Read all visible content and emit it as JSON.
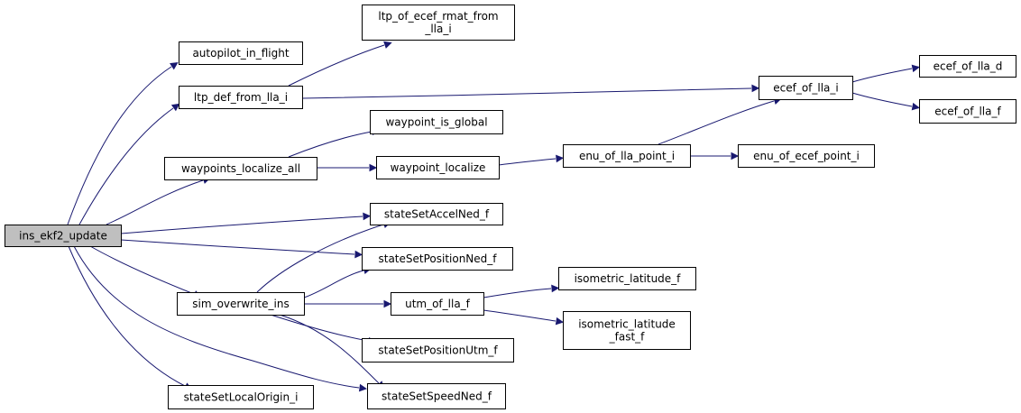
{
  "graph": {
    "edge_color": "#191970",
    "root_fill": "#bfbfbf",
    "nodes": [
      {
        "id": "ins_ekf2_update",
        "lines": [
          "ins_ekf2_update"
        ],
        "root": true
      },
      {
        "id": "autopilot_in_flight",
        "lines": [
          "autopilot_in_flight"
        ]
      },
      {
        "id": "ltp_def_from_lla_i",
        "lines": [
          "ltp_def_from_lla_i"
        ]
      },
      {
        "id": "ltp_of_ecef_rmat_from_lla_i",
        "lines": [
          "ltp_of_ecef_rmat_from",
          "_lla_i"
        ]
      },
      {
        "id": "ecef_of_lla_i",
        "lines": [
          "ecef_of_lla_i"
        ]
      },
      {
        "id": "ecef_of_lla_d",
        "lines": [
          "ecef_of_lla_d"
        ]
      },
      {
        "id": "ecef_of_lla_f",
        "lines": [
          "ecef_of_lla_f"
        ]
      },
      {
        "id": "waypoints_localize_all",
        "lines": [
          "waypoints_localize_all"
        ]
      },
      {
        "id": "waypoint_is_global",
        "lines": [
          "waypoint_is_global"
        ]
      },
      {
        "id": "waypoint_localize",
        "lines": [
          "waypoint_localize"
        ]
      },
      {
        "id": "enu_of_lla_point_i",
        "lines": [
          "enu_of_lla_point_i"
        ]
      },
      {
        "id": "enu_of_ecef_point_i",
        "lines": [
          "enu_of_ecef_point_i"
        ]
      },
      {
        "id": "stateSetAccelNed_f",
        "lines": [
          "stateSetAccelNed_f"
        ]
      },
      {
        "id": "stateSetPositionNed_f",
        "lines": [
          "stateSetPositionNed_f"
        ]
      },
      {
        "id": "sim_overwrite_ins",
        "lines": [
          "sim_overwrite_ins"
        ]
      },
      {
        "id": "utm_of_lla_f",
        "lines": [
          "utm_of_lla_f"
        ]
      },
      {
        "id": "isometric_latitude_f",
        "lines": [
          "isometric_latitude_f"
        ]
      },
      {
        "id": "isometric_latitude_fast_f",
        "lines": [
          "isometric_latitude",
          "_fast_f"
        ]
      },
      {
        "id": "stateSetPositionUtm_f",
        "lines": [
          "stateSetPositionUtm_f"
        ]
      },
      {
        "id": "stateSetLocalOrigin_i",
        "lines": [
          "stateSetLocalOrigin_i"
        ]
      },
      {
        "id": "stateSetSpeedNed_f",
        "lines": [
          "stateSetSpeedNed_f"
        ]
      }
    ],
    "edges": [
      {
        "from": "ins_ekf2_update",
        "to": "autopilot_in_flight"
      },
      {
        "from": "ins_ekf2_update",
        "to": "ltp_def_from_lla_i"
      },
      {
        "from": "ins_ekf2_update",
        "to": "waypoints_localize_all"
      },
      {
        "from": "ins_ekf2_update",
        "to": "stateSetAccelNed_f"
      },
      {
        "from": "ins_ekf2_update",
        "to": "stateSetPositionNed_f"
      },
      {
        "from": "ins_ekf2_update",
        "to": "sim_overwrite_ins"
      },
      {
        "from": "ins_ekf2_update",
        "to": "stateSetLocalOrigin_i"
      },
      {
        "from": "ins_ekf2_update",
        "to": "stateSetSpeedNed_f"
      },
      {
        "from": "ltp_def_from_lla_i",
        "to": "ltp_of_ecef_rmat_from_lla_i"
      },
      {
        "from": "ltp_def_from_lla_i",
        "to": "ecef_of_lla_i"
      },
      {
        "from": "ecef_of_lla_i",
        "to": "ecef_of_lla_d"
      },
      {
        "from": "ecef_of_lla_i",
        "to": "ecef_of_lla_f"
      },
      {
        "from": "waypoints_localize_all",
        "to": "waypoint_is_global"
      },
      {
        "from": "waypoints_localize_all",
        "to": "waypoint_localize"
      },
      {
        "from": "waypoint_localize",
        "to": "enu_of_lla_point_i"
      },
      {
        "from": "enu_of_lla_point_i",
        "to": "ecef_of_lla_i"
      },
      {
        "from": "enu_of_lla_point_i",
        "to": "enu_of_ecef_point_i"
      },
      {
        "from": "sim_overwrite_ins",
        "to": "stateSetAccelNed_f"
      },
      {
        "from": "sim_overwrite_ins",
        "to": "stateSetPositionNed_f"
      },
      {
        "from": "sim_overwrite_ins",
        "to": "utm_of_lla_f"
      },
      {
        "from": "sim_overwrite_ins",
        "to": "stateSetPositionUtm_f"
      },
      {
        "from": "sim_overwrite_ins",
        "to": "stateSetSpeedNed_f"
      },
      {
        "from": "utm_of_lla_f",
        "to": "isometric_latitude_f"
      },
      {
        "from": "utm_of_lla_f",
        "to": "isometric_latitude_fast_f"
      }
    ]
  }
}
